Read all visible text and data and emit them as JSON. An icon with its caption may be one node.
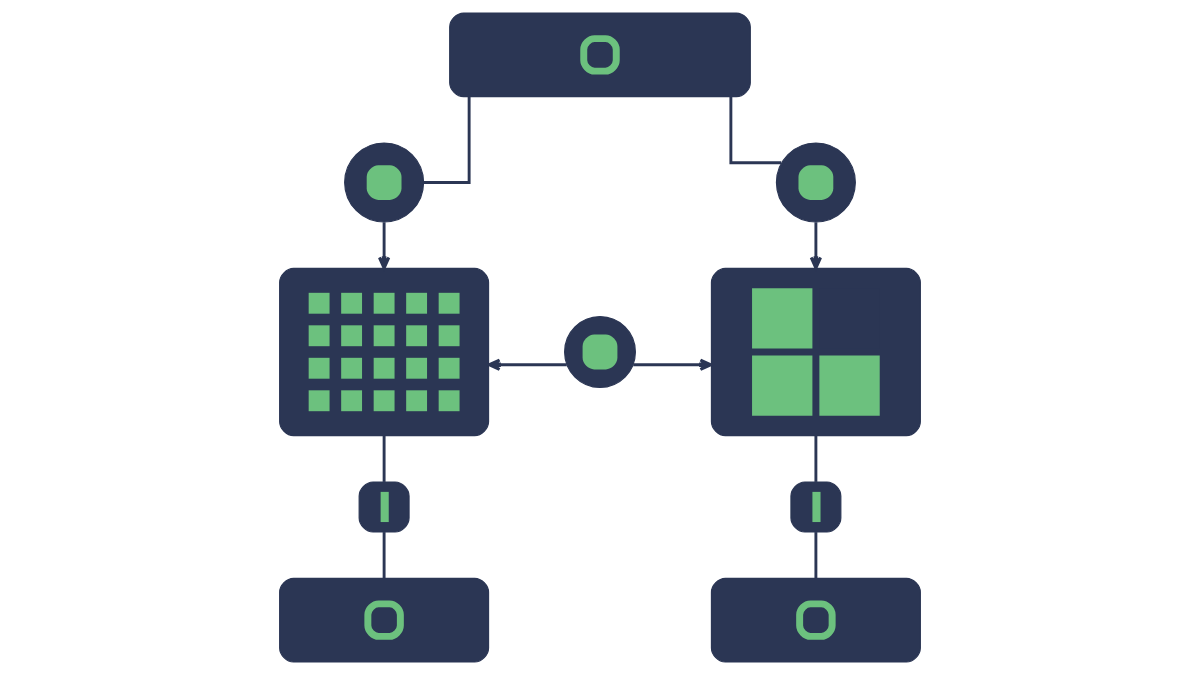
{
  "diagram": {
    "nodes": [
      {
        "text": [],
        "shape": "box"
      },
      {
        "text": [],
        "shape": "circle"
      },
      {
        "text": [],
        "shape": "circle"
      },
      {
        "text": [],
        "shape": "box"
      },
      {
        "text": [],
        "shape": "circle"
      },
      {
        "text": [],
        "shape": "box"
      },
      {
        "text": [],
        "shape": "box"
      },
      {
        "text": [],
        "shape": "box"
      },
      {
        "text": [],
        "shape": "box"
      },
      {
        "text": [],
        "shape": "box"
      }
    ],
    "edges": [
      {
        "from": 0,
        "to": 1,
        "arrow": "none"
      },
      {
        "from": 0,
        "to": 2,
        "arrow": "none"
      },
      {
        "from": 1,
        "to": 3,
        "arrow": "to"
      },
      {
        "from": 2,
        "to": 5,
        "arrow": "to"
      },
      {
        "from": 4,
        "to": 3,
        "arrow": "to"
      },
      {
        "from": 4,
        "to": 5,
        "arrow": "to"
      },
      {
        "from": 3,
        "to": 6,
        "arrow": "none"
      },
      {
        "from": 5,
        "to": 7,
        "arrow": "none"
      },
      {
        "from": 6,
        "to": 8,
        "arrow": "none"
      },
      {
        "from": 7,
        "to": 9,
        "arrow": "none"
      }
    ]
  }
}
